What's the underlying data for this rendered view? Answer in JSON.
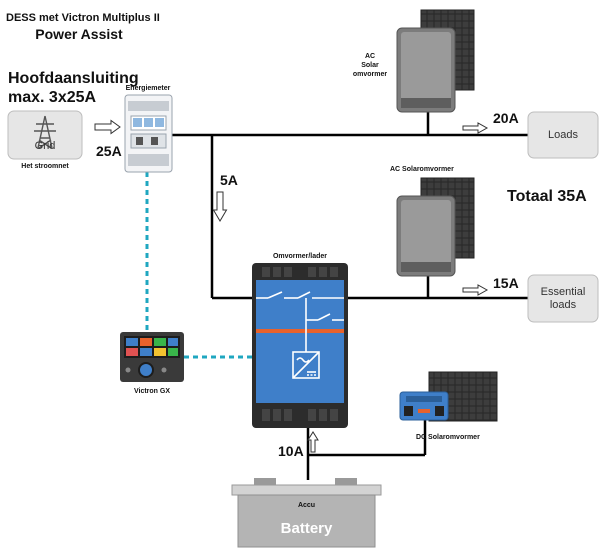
{
  "header": {
    "line1": "DESS met Victron Multiplus II",
    "line2": "Power Assist"
  },
  "grid_connection": {
    "title_line1": "Hoofdaansluiting",
    "title_line2": "max. 3x25A",
    "grid_label": "Grid",
    "grid_caption": "Het stroomnet",
    "current": "25A"
  },
  "energy_meter": {
    "label": "Energiemeter"
  },
  "ac_solar_top": {
    "label_line1": "AC",
    "label_line2": "Solar",
    "label_line3": "omvormer",
    "current": "20A",
    "loads_label": "Loads"
  },
  "inverter_feed": {
    "current": "5A"
  },
  "total": {
    "label": "Totaal 35A"
  },
  "ac_solar_mid": {
    "label": "AC Solaromvormer",
    "current": "15A",
    "essential_line1": "Essential",
    "essential_line2": "loads"
  },
  "inverter": {
    "label": "Omvormer/lader"
  },
  "gx": {
    "label": "Victron GX"
  },
  "dc_solar": {
    "label": "DC Solaromvormer"
  },
  "battery": {
    "current": "10A",
    "small_label": "Accu",
    "label": "Battery"
  },
  "colors": {
    "inverter_blue": "#3f7fc9",
    "inverter_orange": "#e8622c",
    "data_link": "#1fa7c0",
    "panel_dark": "#2c2c2c",
    "box_grey": "#e6e6e6"
  }
}
